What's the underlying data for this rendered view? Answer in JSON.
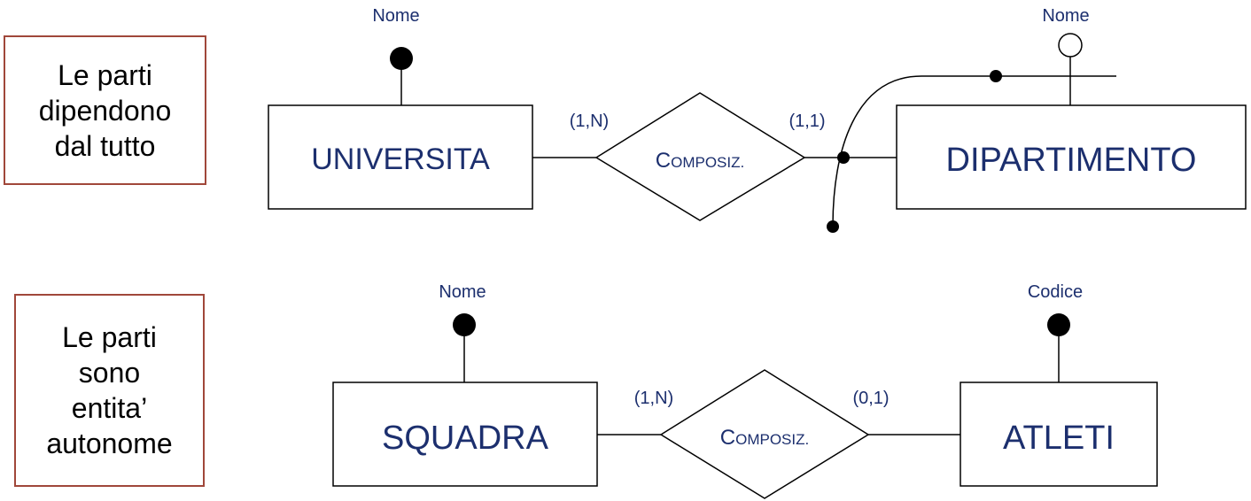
{
  "notes": {
    "top": [
      "Le parti",
      "dipendono",
      "dal tutto"
    ],
    "bottom": [
      "Le parti",
      "sono",
      "entita’",
      "autonome"
    ]
  },
  "top_diagram": {
    "entity_left": "UNIVERSITA",
    "entity_right": "DIPARTIMENTO",
    "relationship": {
      "first": "C",
      "rest": "OMPOSIZ."
    },
    "card_left": "(1,N)",
    "card_right": "(1,1)",
    "attr_left": "Nome",
    "attr_right": "Nome"
  },
  "bottom_diagram": {
    "entity_left": "SQUADRA",
    "entity_right": "ATLETI",
    "relationship": {
      "first": "C",
      "rest": "OMPOSIZ."
    },
    "card_left": "(1,N)",
    "card_right": "(0,1)",
    "attr_left": "Nome",
    "attr_right": "Codice"
  }
}
